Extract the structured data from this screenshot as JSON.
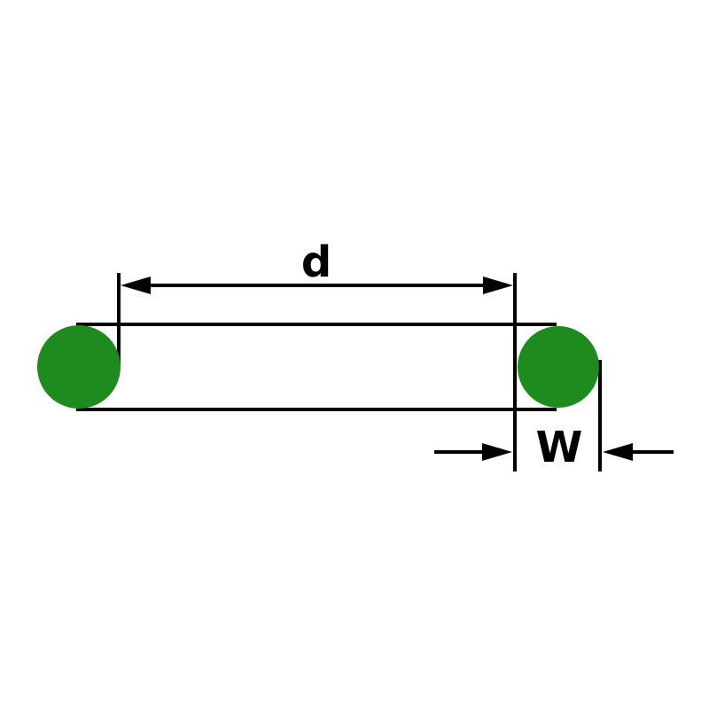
{
  "diagram": {
    "type": "o-ring-cross-section-dimension-drawing",
    "labels": {
      "inner_diameter": "d",
      "cross_section_width": "W"
    },
    "colors": {
      "ring_fill": "#1e8b1e",
      "line": "#000000",
      "background": "#ffffff"
    }
  }
}
